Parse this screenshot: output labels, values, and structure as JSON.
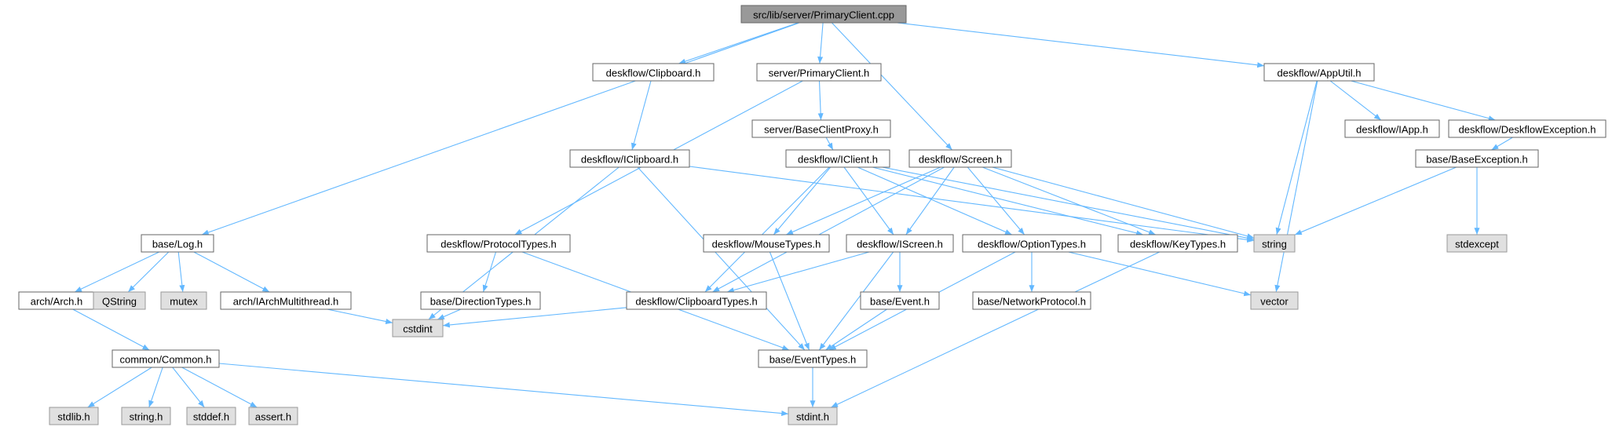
{
  "diagram": {
    "colors": {
      "root_fill": "#999999",
      "node_border": "#666666",
      "system_fill": "#e0e0e0",
      "edge": "#63b8ff"
    },
    "nodes": [
      {
        "id": "root",
        "label": "src/lib/server/PrimaryClient.cpp",
        "kind": "root"
      },
      {
        "id": "clip_h",
        "label": "deskflow/Clipboard.h",
        "kind": "normal"
      },
      {
        "id": "pc_h",
        "label": "server/PrimaryClient.h",
        "kind": "normal"
      },
      {
        "id": "apputil",
        "label": "deskflow/AppUtil.h",
        "kind": "normal"
      },
      {
        "id": "bcp",
        "label": "server/BaseClientProxy.h",
        "kind": "normal"
      },
      {
        "id": "iapp",
        "label": "deskflow/IApp.h",
        "kind": "normal"
      },
      {
        "id": "dfexc",
        "label": "deskflow/DeskflowException.h",
        "kind": "normal"
      },
      {
        "id": "iclip",
        "label": "deskflow/IClipboard.h",
        "kind": "normal"
      },
      {
        "id": "iclient",
        "label": "deskflow/IClient.h",
        "kind": "normal"
      },
      {
        "id": "screen",
        "label": "deskflow/Screen.h",
        "kind": "normal"
      },
      {
        "id": "baseexc",
        "label": "base/BaseException.h",
        "kind": "normal"
      },
      {
        "id": "log",
        "label": "base/Log.h",
        "kind": "normal"
      },
      {
        "id": "proto",
        "label": "deskflow/ProtocolTypes.h",
        "kind": "normal"
      },
      {
        "id": "mouse",
        "label": "deskflow/MouseTypes.h",
        "kind": "normal"
      },
      {
        "id": "iscreen",
        "label": "deskflow/IScreen.h",
        "kind": "normal"
      },
      {
        "id": "option",
        "label": "deskflow/OptionTypes.h",
        "kind": "normal"
      },
      {
        "id": "key",
        "label": "deskflow/KeyTypes.h",
        "kind": "normal"
      },
      {
        "id": "string",
        "label": "string",
        "kind": "system"
      },
      {
        "id": "stdexcept",
        "label": "stdexcept",
        "kind": "system"
      },
      {
        "id": "arch",
        "label": "arch/Arch.h",
        "kind": "normal"
      },
      {
        "id": "qstring",
        "label": "QString",
        "kind": "system"
      },
      {
        "id": "mutex",
        "label": "mutex",
        "kind": "system"
      },
      {
        "id": "iamt",
        "label": "arch/IArchMultithread.h",
        "kind": "normal"
      },
      {
        "id": "dir",
        "label": "base/DirectionTypes.h",
        "kind": "normal"
      },
      {
        "id": "cliptypes",
        "label": "deskflow/ClipboardTypes.h",
        "kind": "normal"
      },
      {
        "id": "event",
        "label": "base/Event.h",
        "kind": "normal"
      },
      {
        "id": "netproto",
        "label": "base/NetworkProtocol.h",
        "kind": "normal"
      },
      {
        "id": "vector",
        "label": "vector",
        "kind": "system"
      },
      {
        "id": "cstdint",
        "label": "cstdint",
        "kind": "system"
      },
      {
        "id": "common",
        "label": "common/Common.h",
        "kind": "normal"
      },
      {
        "id": "evtypes",
        "label": "base/EventTypes.h",
        "kind": "normal"
      },
      {
        "id": "stdlib",
        "label": "stdlib.h",
        "kind": "system"
      },
      {
        "id": "stringh",
        "label": "string.h",
        "kind": "system"
      },
      {
        "id": "stddef",
        "label": "stddef.h",
        "kind": "system"
      },
      {
        "id": "assert",
        "label": "assert.h",
        "kind": "system"
      },
      {
        "id": "stdint",
        "label": "stdint.h",
        "kind": "system"
      }
    ],
    "edges": [
      [
        "root",
        "log"
      ],
      [
        "root",
        "clip_h"
      ],
      [
        "root",
        "pc_h"
      ],
      [
        "root",
        "screen"
      ],
      [
        "root",
        "apputil"
      ],
      [
        "clip_h",
        "iclip"
      ],
      [
        "pc_h",
        "bcp"
      ],
      [
        "pc_h",
        "proto"
      ],
      [
        "bcp",
        "iclient"
      ],
      [
        "apputil",
        "string"
      ],
      [
        "apputil",
        "vector"
      ],
      [
        "apputil",
        "iapp"
      ],
      [
        "apputil",
        "dfexc"
      ],
      [
        "dfexc",
        "baseexc"
      ],
      [
        "baseexc",
        "string"
      ],
      [
        "baseexc",
        "stdexcept"
      ],
      [
        "iclip",
        "string"
      ],
      [
        "iclip",
        "cstdint"
      ],
      [
        "iclip",
        "evtypes"
      ],
      [
        "iclient",
        "mouse"
      ],
      [
        "iclient",
        "iscreen"
      ],
      [
        "iclient",
        "option"
      ],
      [
        "iclient",
        "key"
      ],
      [
        "iclient",
        "string"
      ],
      [
        "iclient",
        "cliptypes"
      ],
      [
        "screen",
        "mouse"
      ],
      [
        "screen",
        "iscreen"
      ],
      [
        "screen",
        "option"
      ],
      [
        "screen",
        "key"
      ],
      [
        "screen",
        "string"
      ],
      [
        "screen",
        "cliptypes"
      ],
      [
        "log",
        "arch"
      ],
      [
        "log",
        "qstring"
      ],
      [
        "log",
        "mutex"
      ],
      [
        "log",
        "iamt"
      ],
      [
        "arch",
        "common"
      ],
      [
        "iamt",
        "cstdint"
      ],
      [
        "proto",
        "dir"
      ],
      [
        "proto",
        "evtypes"
      ],
      [
        "dir",
        "cstdint"
      ],
      [
        "mouse",
        "evtypes"
      ],
      [
        "iscreen",
        "cliptypes"
      ],
      [
        "iscreen",
        "event"
      ],
      [
        "iscreen",
        "evtypes"
      ],
      [
        "option",
        "netproto"
      ],
      [
        "option",
        "vector"
      ],
      [
        "option",
        "evtypes"
      ],
      [
        "key",
        "stdint"
      ],
      [
        "cliptypes",
        "cstdint"
      ],
      [
        "event",
        "evtypes"
      ],
      [
        "evtypes",
        "stdint"
      ],
      [
        "common",
        "stdlib"
      ],
      [
        "common",
        "stringh"
      ],
      [
        "common",
        "stddef"
      ],
      [
        "common",
        "assert"
      ],
      [
        "common",
        "stdint"
      ]
    ]
  }
}
